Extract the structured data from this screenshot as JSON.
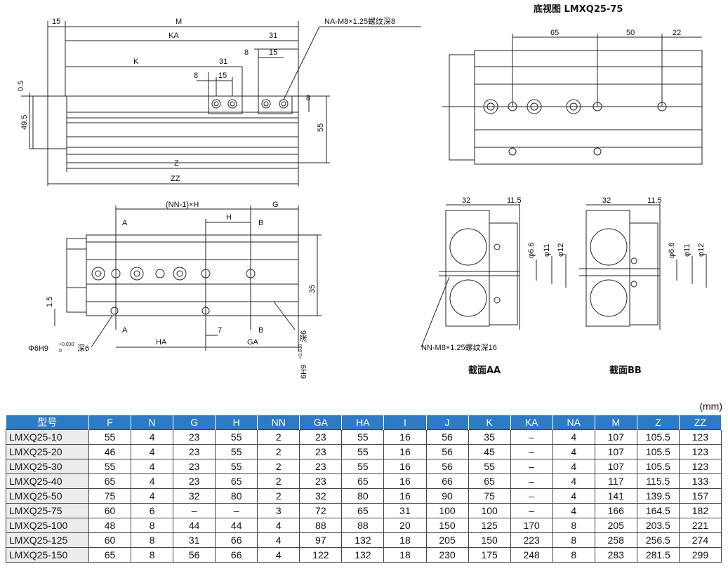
{
  "drawing": {
    "top_view_title": "底视图 LMXQ25-75",
    "dims_main": {
      "d15": "15",
      "M": "M",
      "KA": "KA",
      "d31a": "31",
      "d8a": "8",
      "d15b": "15",
      "d8b": "8",
      "K": "K",
      "d31b": "31",
      "d15c": "15",
      "d0_5": "0.5",
      "d49_5": "49.5",
      "d8c": "8",
      "d55": "55",
      "Z": "Z",
      "ZZ": "ZZ",
      "note_na": "NA-M8×1.25螺纹深8"
    },
    "dims_side": {
      "nnh": "(NN-1)×H",
      "G": "G",
      "A1": "A",
      "H": "H",
      "B1": "B",
      "d35": "35",
      "d1_5": "1.5",
      "A2": "A",
      "d7": "7",
      "B2": "B",
      "HA": "HA",
      "GA": "GA",
      "phi6h9": "Φ6H9",
      "tol": "+0.030",
      "tol0": "0",
      "depth6": "深6",
      "side_h9": "6H9",
      "side_tol": "+0.030",
      "side_depth": "深6"
    },
    "dims_bottom": {
      "d65": "65",
      "d50": "50",
      "d22": "22"
    },
    "dims_sections": {
      "d32a": "32",
      "d11_5a": "11.5",
      "d32b": "32",
      "d11_5b": "11.5",
      "phi6_6a": "φ6.6",
      "phi11a": "φ11",
      "phi12a": "φ12",
      "phi6_6b": "φ6.6",
      "phi11b": "φ11",
      "phi12b": "φ12",
      "note_nn": "NN-M8×1.25螺纹深16"
    },
    "section_aa": "截面AA",
    "section_bb": "截面BB"
  },
  "table": {
    "unit": "(mm)",
    "headers": [
      "型号",
      "F",
      "N",
      "G",
      "H",
      "NN",
      "GA",
      "HA",
      "I",
      "J",
      "K",
      "KA",
      "NA",
      "M",
      "Z",
      "ZZ"
    ],
    "rows": [
      [
        "LMXQ25-10",
        "55",
        "4",
        "23",
        "55",
        "2",
        "23",
        "55",
        "16",
        "56",
        "35",
        "–",
        "4",
        "107",
        "105.5",
        "123"
      ],
      [
        "LMXQ25-20",
        "46",
        "4",
        "23",
        "55",
        "2",
        "23",
        "55",
        "16",
        "56",
        "45",
        "–",
        "4",
        "107",
        "105.5",
        "123"
      ],
      [
        "LMXQ25-30",
        "55",
        "4",
        "23",
        "55",
        "2",
        "23",
        "55",
        "16",
        "56",
        "55",
        "–",
        "4",
        "107",
        "105.5",
        "123"
      ],
      [
        "LMXQ25-40",
        "65",
        "4",
        "23",
        "65",
        "2",
        "23",
        "65",
        "16",
        "66",
        "65",
        "–",
        "4",
        "117",
        "115.5",
        "133"
      ],
      [
        "LMXQ25-50",
        "75",
        "4",
        "32",
        "80",
        "2",
        "32",
        "80",
        "16",
        "90",
        "75",
        "–",
        "4",
        "141",
        "139.5",
        "157"
      ],
      [
        "LMXQ25-75",
        "60",
        "6",
        "–",
        "–",
        "3",
        "72",
        "65",
        "31",
        "100",
        "100",
        "–",
        "4",
        "166",
        "164.5",
        "182"
      ],
      [
        "LMXQ25-100",
        "48",
        "8",
        "44",
        "44",
        "4",
        "88",
        "88",
        "20",
        "150",
        "125",
        "170",
        "8",
        "205",
        "203.5",
        "221"
      ],
      [
        "LMXQ25-125",
        "60",
        "8",
        "31",
        "66",
        "4",
        "97",
        "132",
        "18",
        "205",
        "150",
        "223",
        "8",
        "258",
        "256.5",
        "274"
      ],
      [
        "LMXQ25-150",
        "65",
        "8",
        "56",
        "66",
        "4",
        "122",
        "132",
        "18",
        "230",
        "175",
        "248",
        "8",
        "283",
        "281.5",
        "299"
      ]
    ]
  }
}
